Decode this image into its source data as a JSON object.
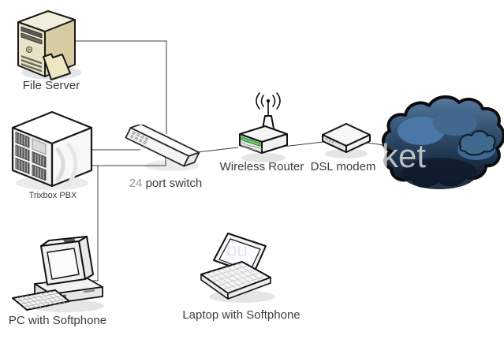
{
  "nodes": {
    "file_server": {
      "label": "File Server"
    },
    "trixbox_pbx": {
      "label": "Trixbox PBX"
    },
    "switch": {
      "label": "24 port switch",
      "label_prefix": "24",
      "label_suffix": " port switch"
    },
    "wireless_router": {
      "label": "Wireless Router"
    },
    "dsl_modem": {
      "label": "DSL modem"
    },
    "internet_cloud": {
      "label": ""
    },
    "pc": {
      "label": "PC with Softphone"
    },
    "laptop": {
      "label": "Laptop with Softphone"
    }
  },
  "watermark": {
    "cloud_fragment": "ket",
    "laptop_fragment": "bu"
  },
  "connections": [
    {
      "from": "file_server",
      "to": "switch"
    },
    {
      "from": "trixbox_pbx",
      "to": "switch"
    },
    {
      "from": "pc",
      "to": "switch"
    },
    {
      "from": "switch",
      "to": "wireless_router"
    },
    {
      "from": "wireless_router",
      "to": "dsl_modem"
    },
    {
      "from": "dsl_modem",
      "to": "internet_cloud"
    }
  ],
  "colors": {
    "background": "#ffffff",
    "connector_line": "#3f3f3f",
    "label_text": "#3b3b3b",
    "server_beige": "#e9e2c6",
    "router_led_green": "#3fae49",
    "cloud_dark": "#16293f",
    "cloud_highlight": "#4a77a6",
    "watermark_gray": "#dcdcdc"
  }
}
